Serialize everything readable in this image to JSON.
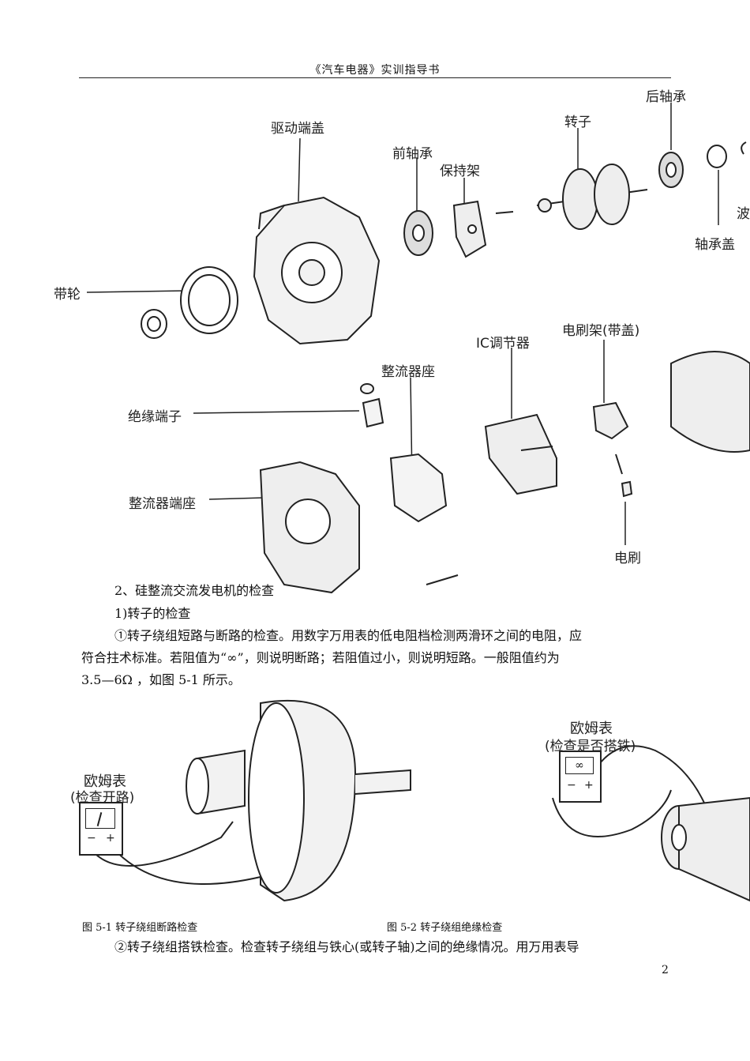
{
  "header": {
    "title": "《汽车电器》实训指导书"
  },
  "figure_top": {
    "labels": {
      "rear_bearing": "后轴承",
      "drive_end_cover": "驱动端盖",
      "rotor": "转子",
      "front_bearing": "前轴承",
      "retainer": "保持架",
      "wave": "波",
      "bearing_cap": "轴承盖",
      "pulley": "带轮",
      "ic_regulator": "IC调节器",
      "brush_holder": "电刷架(带盖)",
      "rectifier_seat": "整流器座",
      "insulating_terminal": "绝缘端子",
      "rectifier_end_seat": "整流器端座",
      "brush": "电刷"
    }
  },
  "body": {
    "section_heading": "2、硅整流交流发电机的检查",
    "subheading": "1)转子的检查",
    "para1_line1": "①转子绕组短路与断路的检查。用数字万用表的低电阻档检测两滑环之间的电阻，应",
    "para1_line2": "符合拄术标准。若阻值为“∞”，则说明断路；若阻值过小，则说明短路。一般阻值约为",
    "para1_line3": "3.5—6Ω ，如图 5-1 所示。",
    "para2": "②转子绕组搭铁检查。检查转子绕组与铁心(或转子轴)之间的绝缘情况。用万用表导"
  },
  "figure_left": {
    "meter_title": "欧姆表",
    "meter_subtitle": "(检查开路)",
    "minus": "−",
    "plus": "+",
    "caption": "图 5-1  转子绕组断路检查"
  },
  "figure_right": {
    "meter_title": "欧姆表",
    "meter_subtitle": "(检查是否搭铁)",
    "display": "∞",
    "minus": "−",
    "plus": "+",
    "caption": "图 5-2    转子绕组绝缘检查"
  },
  "page_number": "2"
}
